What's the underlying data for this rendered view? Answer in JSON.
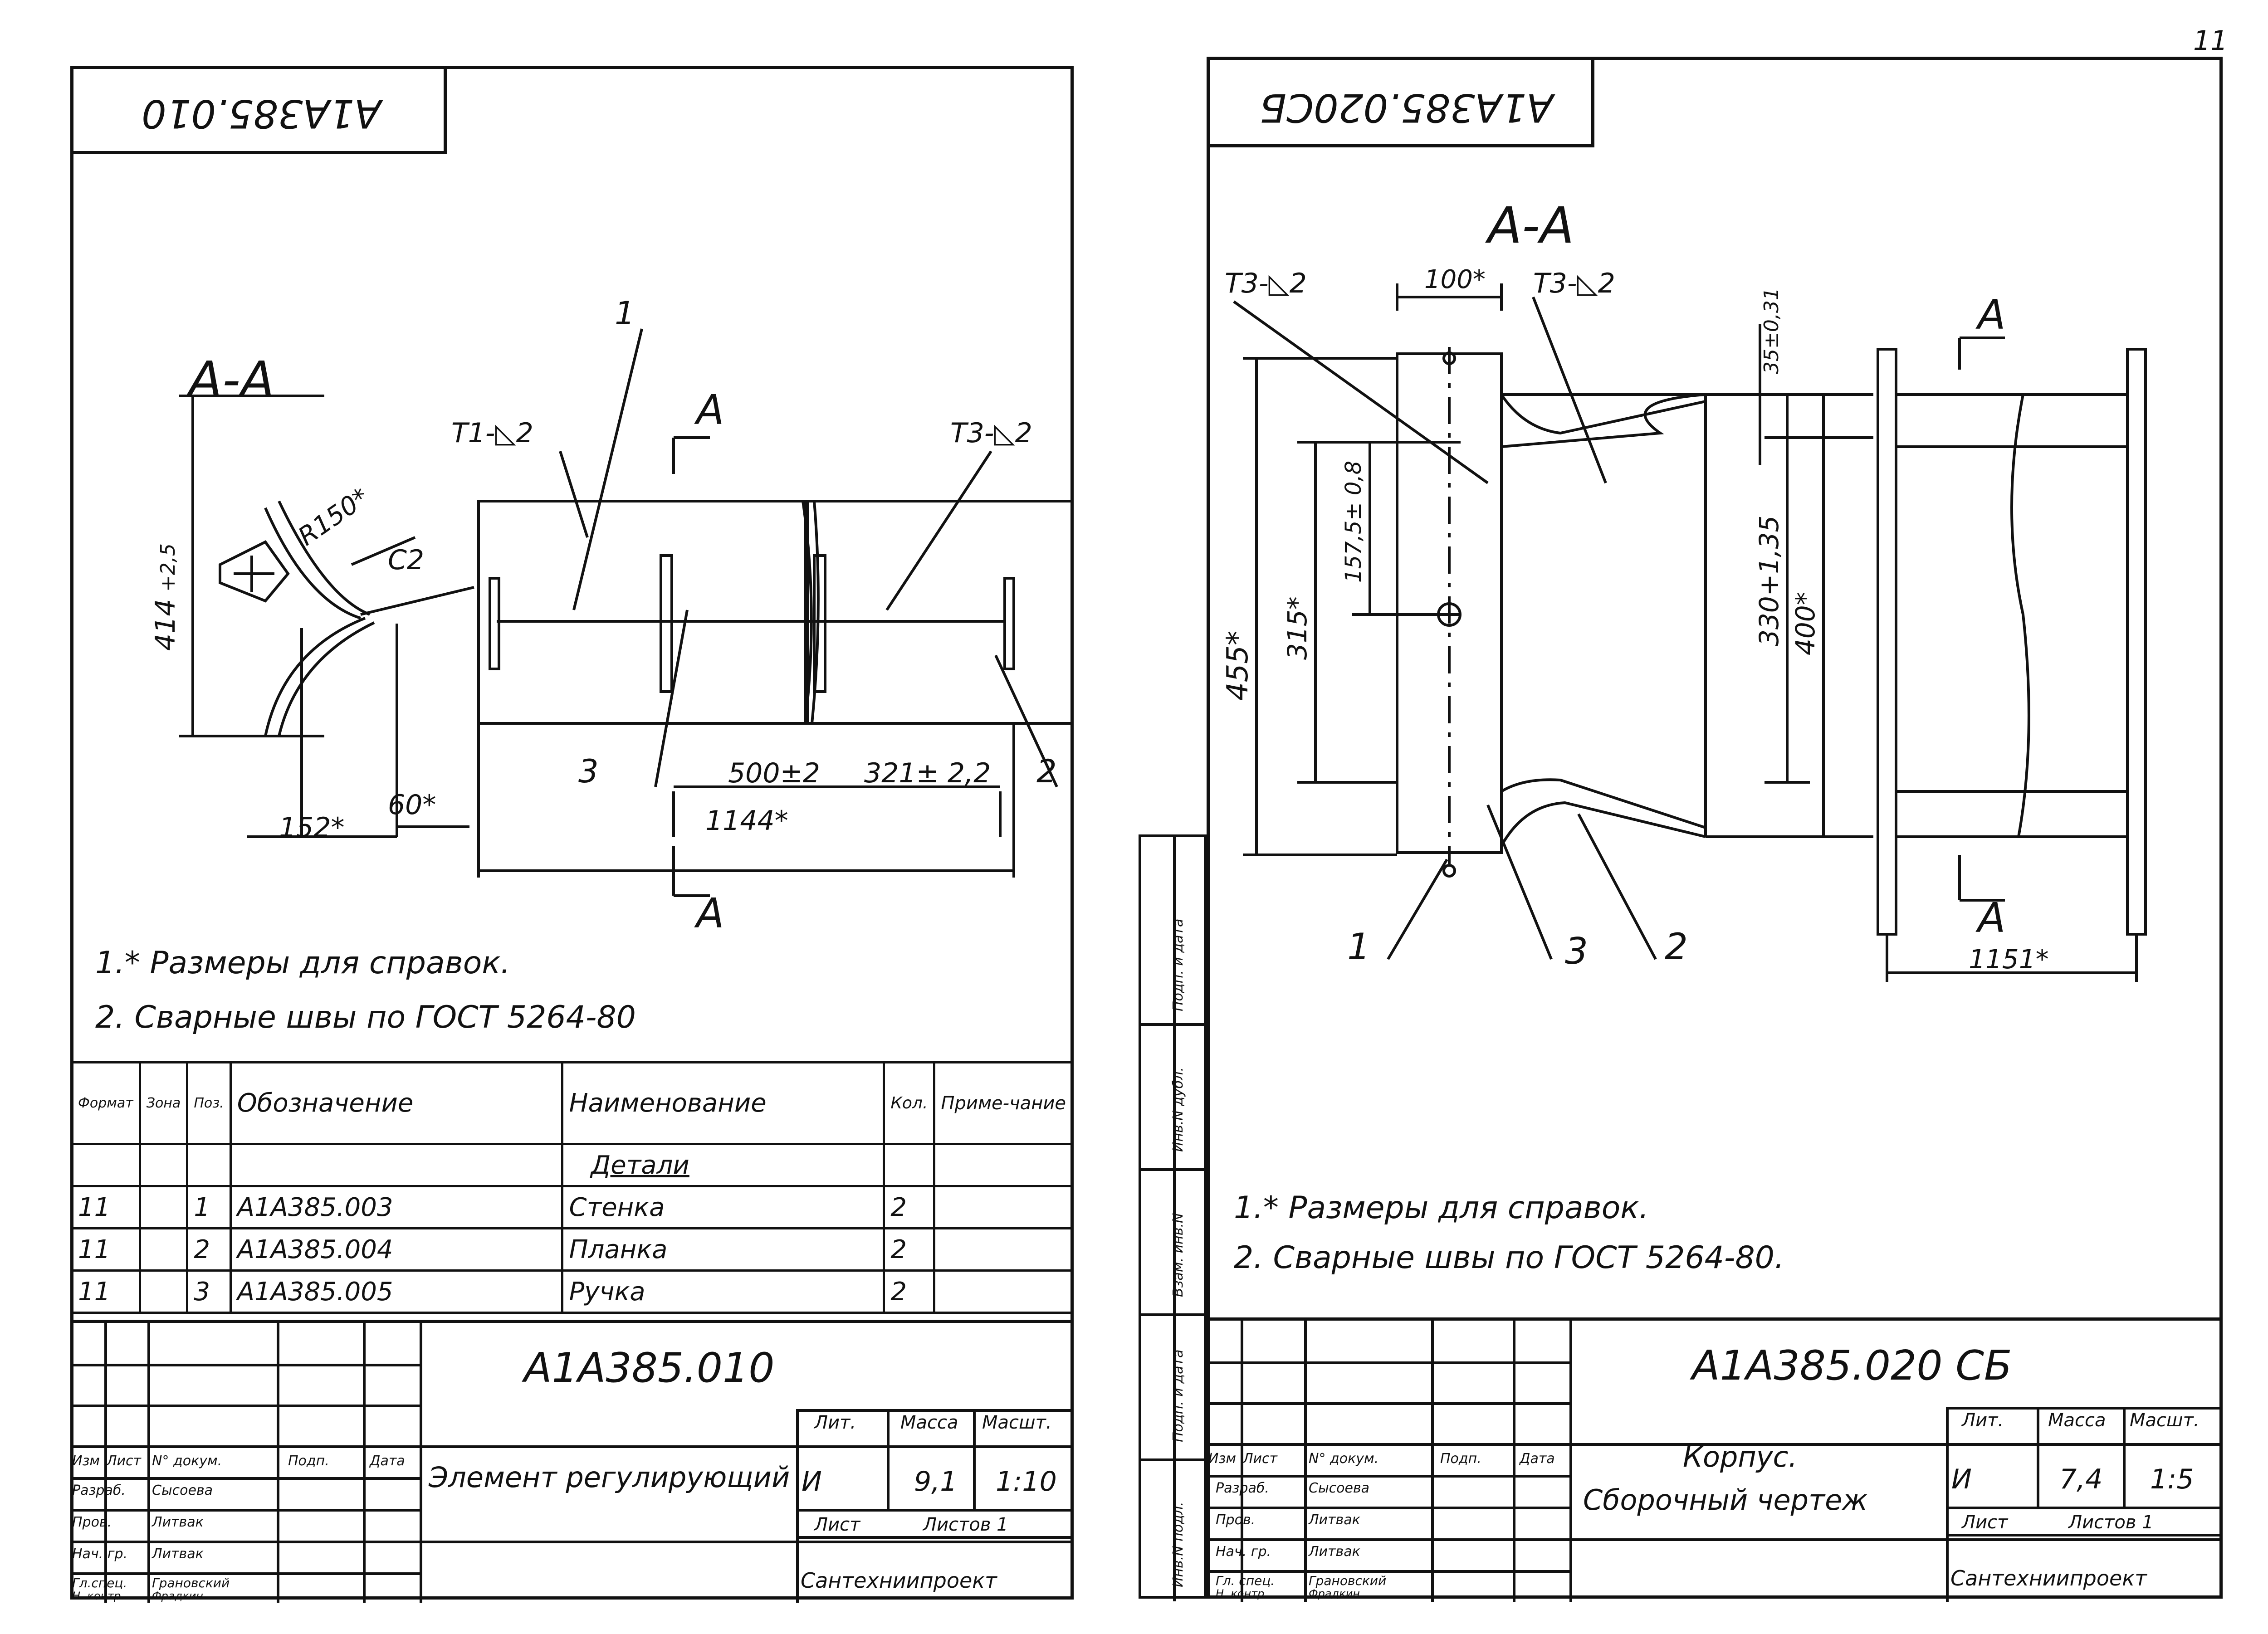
{
  "page": {
    "number": "11"
  },
  "left_sheet": {
    "top_stamp": "A1A385.010",
    "section_label": "A-A",
    "section_arrow_label": "A",
    "dims": {
      "height": "414",
      "height_tol": "+2,5",
      "radius": "R150*",
      "chamfer": "C2",
      "offset": "60*",
      "width": "152*",
      "span1": "500±2",
      "span2": "321± 2,2",
      "total": "1144*"
    },
    "weld_left": "T1-◺2",
    "weld_right": "T3-◺2",
    "callouts": [
      "1",
      "2",
      "3"
    ],
    "notes": [
      "1.* Размеры для справок.",
      "2. Сварные швы по ГОСТ 5264-80"
    ],
    "spec_headers": {
      "format": "Формат",
      "zone": "Зона",
      "pos": "Поз.",
      "designation": "Обозначение",
      "name": "Наименование",
      "qty": "Кол.",
      "note": "Приме-чание"
    },
    "spec_section": "Детали",
    "spec_rows": [
      {
        "format": "11",
        "pos": "1",
        "designation": "A1A385.003",
        "name": "Стенка",
        "qty": "2"
      },
      {
        "format": "11",
        "pos": "2",
        "designation": "A1A385.004",
        "name": "Планка",
        "qty": "2"
      },
      {
        "format": "11",
        "pos": "3",
        "designation": "A1A385.005",
        "name": "Ручка",
        "qty": "2"
      }
    ],
    "title_block": {
      "doc_number": "A1A385.010",
      "title": "Элемент регулирующий",
      "lit": "И",
      "mass": "9,1",
      "scale": "1:10",
      "sheet_label": "Лист",
      "sheets_label": "Листов 1",
      "org": "Сантехниипроект",
      "col_lit": "Лит.",
      "col_mass": "Масса",
      "col_scale": "Масшт.",
      "header_row": [
        "Изм",
        "Лист",
        "N° докум.",
        "Подп.",
        "Дата"
      ],
      "people": [
        {
          "role": "Разраб.",
          "name": "Сысоева"
        },
        {
          "role": "Пров.",
          "name": "Литвак"
        },
        {
          "role": "Нач. гр.",
          "name": "Литвак"
        },
        {
          "role": "Гл.спец.",
          "name": "Грановский"
        },
        {
          "role": "Н. контр.",
          "name": "Фрадкин"
        }
      ]
    }
  },
  "right_sheet": {
    "top_stamp": "A1A385.020СБ",
    "section_label": "A-A",
    "section_arrow_label": "A",
    "dims": {
      "top_width": "100*",
      "tol_top": "35±0,31",
      "inner_h": "157,5± 0,8",
      "mid_h": "315*",
      "outer_h": "455*",
      "inner_h2": "330+1,35",
      "outer_h2": "400*",
      "length": "1151*"
    },
    "weld_left": "T3-◺2",
    "weld_right": "T3-◺2",
    "callouts": [
      "1",
      "3",
      "2"
    ],
    "notes": [
      "1.* Размеры для справок.",
      "2. Сварные швы по ГОСТ 5264-80."
    ],
    "side_labels": [
      "Подп. и дата",
      "Инв.N дубл.",
      "Взам. инв.N",
      "Подп. и дата",
      "Инв.N подл."
    ],
    "title_block": {
      "doc_number": "A1A385.020 СБ",
      "title_line1": "Корпус.",
      "title_line2": "Сборочный чертеж",
      "lit": "И",
      "mass": "7,4",
      "scale": "1:5",
      "sheet_label": "Лист",
      "sheets_label": "Листов 1",
      "org": "Сантехниипроект",
      "col_lit": "Лит.",
      "col_mass": "Масса",
      "col_scale": "Масшт.",
      "header_row": [
        "Изм",
        "Лист",
        "N° докум.",
        "Подп.",
        "Дата"
      ],
      "people": [
        {
          "role": "Разраб.",
          "name": "Сысоева"
        },
        {
          "role": "Пров.",
          "name": "Литвак"
        },
        {
          "role": "Нач. гр.",
          "name": "Литвак"
        },
        {
          "role": "Гл. спец.",
          "name": "Грановский"
        },
        {
          "role": "Н. контр.",
          "name": "Фрадкин"
        }
      ]
    }
  }
}
